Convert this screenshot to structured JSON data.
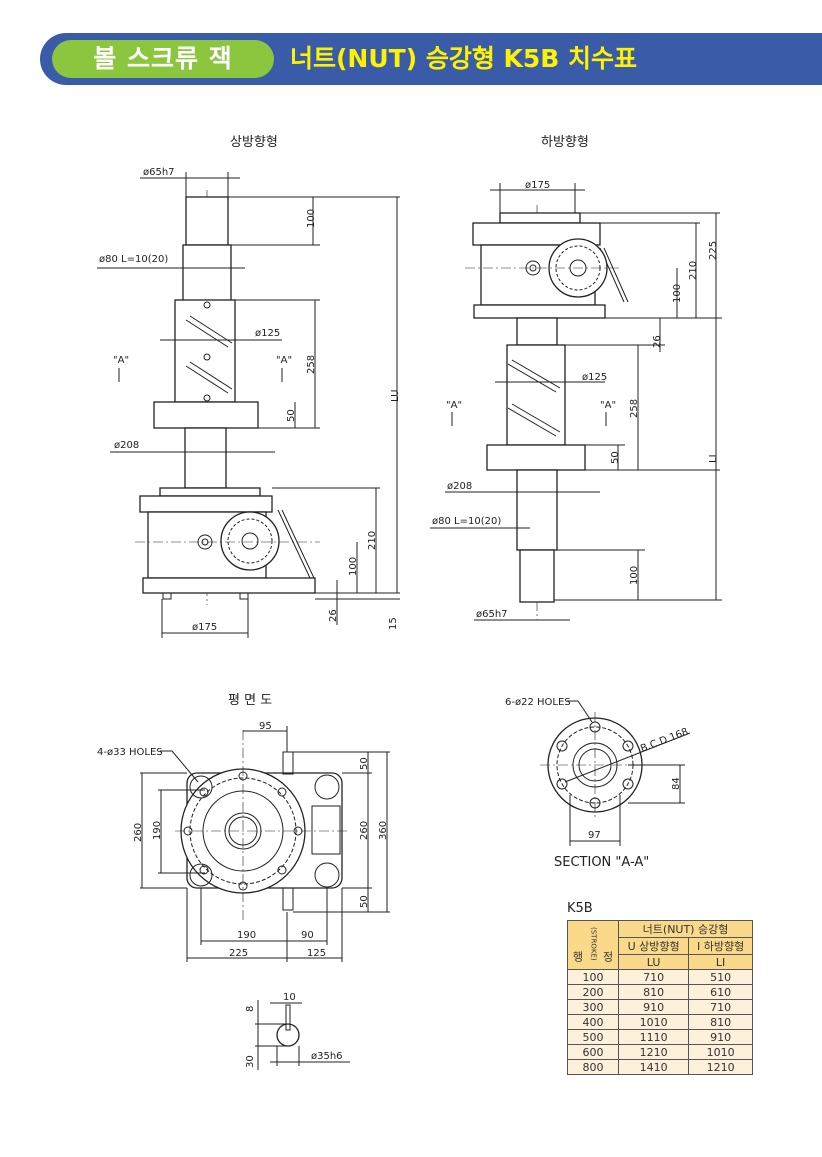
{
  "header": {
    "category": "볼 스크류 잭",
    "title": "너트(NUT) 승강형 K5B 치수표",
    "colors": {
      "banner": "#3a5ca8",
      "pill": "#8cc63f",
      "title": "#fff200"
    }
  },
  "upright": {
    "title": "상방향형",
    "d_top": "ø65h7",
    "h_top": "100",
    "d_rod": "ø80  L=10(20)",
    "d_nut": "ø125",
    "view_mark": "\"A\"",
    "h_nut": "258",
    "h_flange": "50",
    "d_flange": "ø208",
    "lu": "LU",
    "h_box": "210",
    "h_shaft": "100",
    "h_base": "26",
    "h_bottom": "15",
    "d_base": "ø175"
  },
  "inverted": {
    "title": "하방향형",
    "d_top": "ø175",
    "h_box": "210",
    "h_total": "225",
    "h_shaft": "100",
    "h_base": "26",
    "d_nut": "ø125",
    "view_mark": "\"A\"",
    "h_nut": "258",
    "h_flange": "50",
    "li": "LI",
    "d_flange": "ø208",
    "d_rod": "ø80  L=10(20)",
    "h_end": "100",
    "d_end": "ø65h7"
  },
  "plan": {
    "title": "평 면 도",
    "holes": "4-ø33 HOLES",
    "d95": "95",
    "d50a": "50",
    "d260l": "260",
    "d190l": "190",
    "d260r": "260",
    "d360": "360",
    "d50b": "50",
    "d190": "190",
    "d90": "90",
    "d225": "225",
    "d125": "125"
  },
  "key": {
    "w": "10",
    "depth": "8",
    "len": "30",
    "shaft": "ø35h6"
  },
  "section": {
    "holes": "6-ø22 HOLES",
    "bcd": "B.C.D 168",
    "h84": "84",
    "w97": "97",
    "title": "SECTION \"A-A\""
  },
  "table": {
    "caption": "K5B",
    "stroke_label_top": "행",
    "stroke_label_bottom": "정",
    "stroke_en": "(STROKE)",
    "group": "너트(NUT) 승강형",
    "col_u": "U 상방향형",
    "col_i": "I 하방향형",
    "sub_u": "LU",
    "sub_i": "LI",
    "rows": [
      [
        "100",
        "710",
        "510"
      ],
      [
        "200",
        "810",
        "610"
      ],
      [
        "300",
        "910",
        "710"
      ],
      [
        "400",
        "1010",
        "810"
      ],
      [
        "500",
        "1110",
        "910"
      ],
      [
        "600",
        "1210",
        "1010"
      ],
      [
        "800",
        "1410",
        "1210"
      ]
    ]
  }
}
